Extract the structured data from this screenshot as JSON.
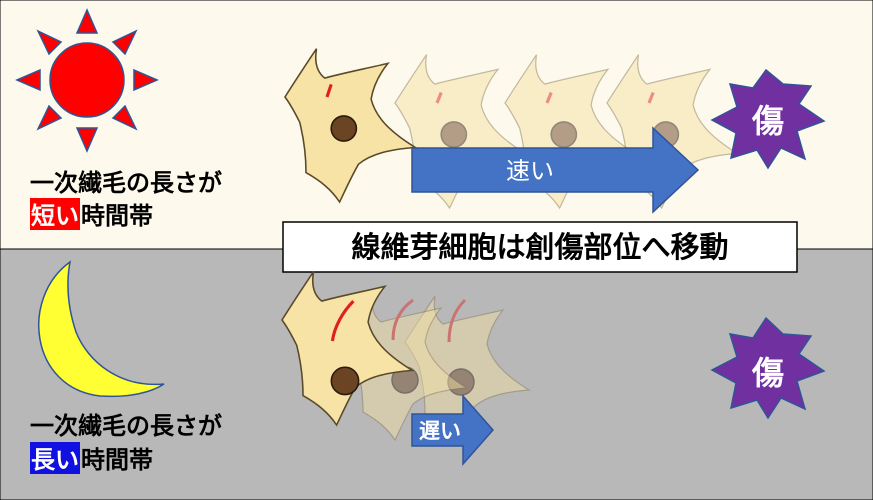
{
  "top": {
    "caption_line1": "一次繊毛の長さが",
    "caption_highlight": "短い",
    "caption_rest": "時間帯",
    "highlight_color": "#ff0000",
    "arrow_label": "速い",
    "wound_label": "傷",
    "background_color": "#fdf9ec",
    "icon": "sun-icon"
  },
  "bottom": {
    "caption_line1": "一次繊毛の長さが",
    "caption_highlight": "長い",
    "caption_rest": "時間帯",
    "highlight_color": "#1010e0",
    "arrow_label": "遅い",
    "wound_label": "傷",
    "background_color": "#b8b8b8",
    "icon": "moon-icon"
  },
  "banner": {
    "text": "線維芽細胞は創傷部位へ移動"
  },
  "colors": {
    "arrow_fill": "#4472c4",
    "wound_fill": "#7030a0",
    "cell_fill": "#f7e3a6",
    "cilium_color": "#e02020",
    "sun_color": "#ff0000",
    "moon_color": "#ffff33"
  }
}
